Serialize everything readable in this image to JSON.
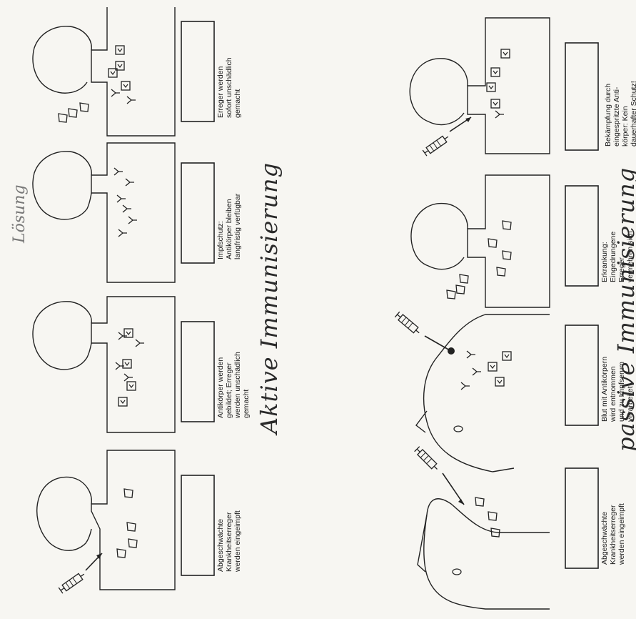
{
  "left_column": {
    "handwritten_note": "Lösung",
    "handwritten_title": "Aktive Immunisierung",
    "panels": [
      {
        "label": "Abgeschwächte\nKrankheitserreger\nwerden eingeimpft"
      },
      {
        "label": "Antikörper werden\ngebildet; Erreger\nwerden unschädlich\ngemacht"
      },
      {
        "label": "Impfschutz:\nAntikörper bleiben\nlangfristig verfügbar"
      },
      {
        "label": "Erreger werden\nsofort unschädlich\ngemacht"
      }
    ]
  },
  "right_column": {
    "handwritten_title": "passive Immunisierung",
    "panels": [
      {
        "label": "Abgeschwächte\nKrankheitserreger\nwerden eingeimpft"
      },
      {
        "label": "Blut mit Antikörpern\nwird entnommen\nund zu Impfserum\nverarbeitet"
      },
      {
        "label": "Erkrankung:\nEingedrungene\nErreger\nvermehren sich"
      },
      {
        "label": "Bekämpfung durch\neingespritzte Anti-\nkörper: Kein\ndauerhafter Schutz!"
      }
    ]
  }
}
